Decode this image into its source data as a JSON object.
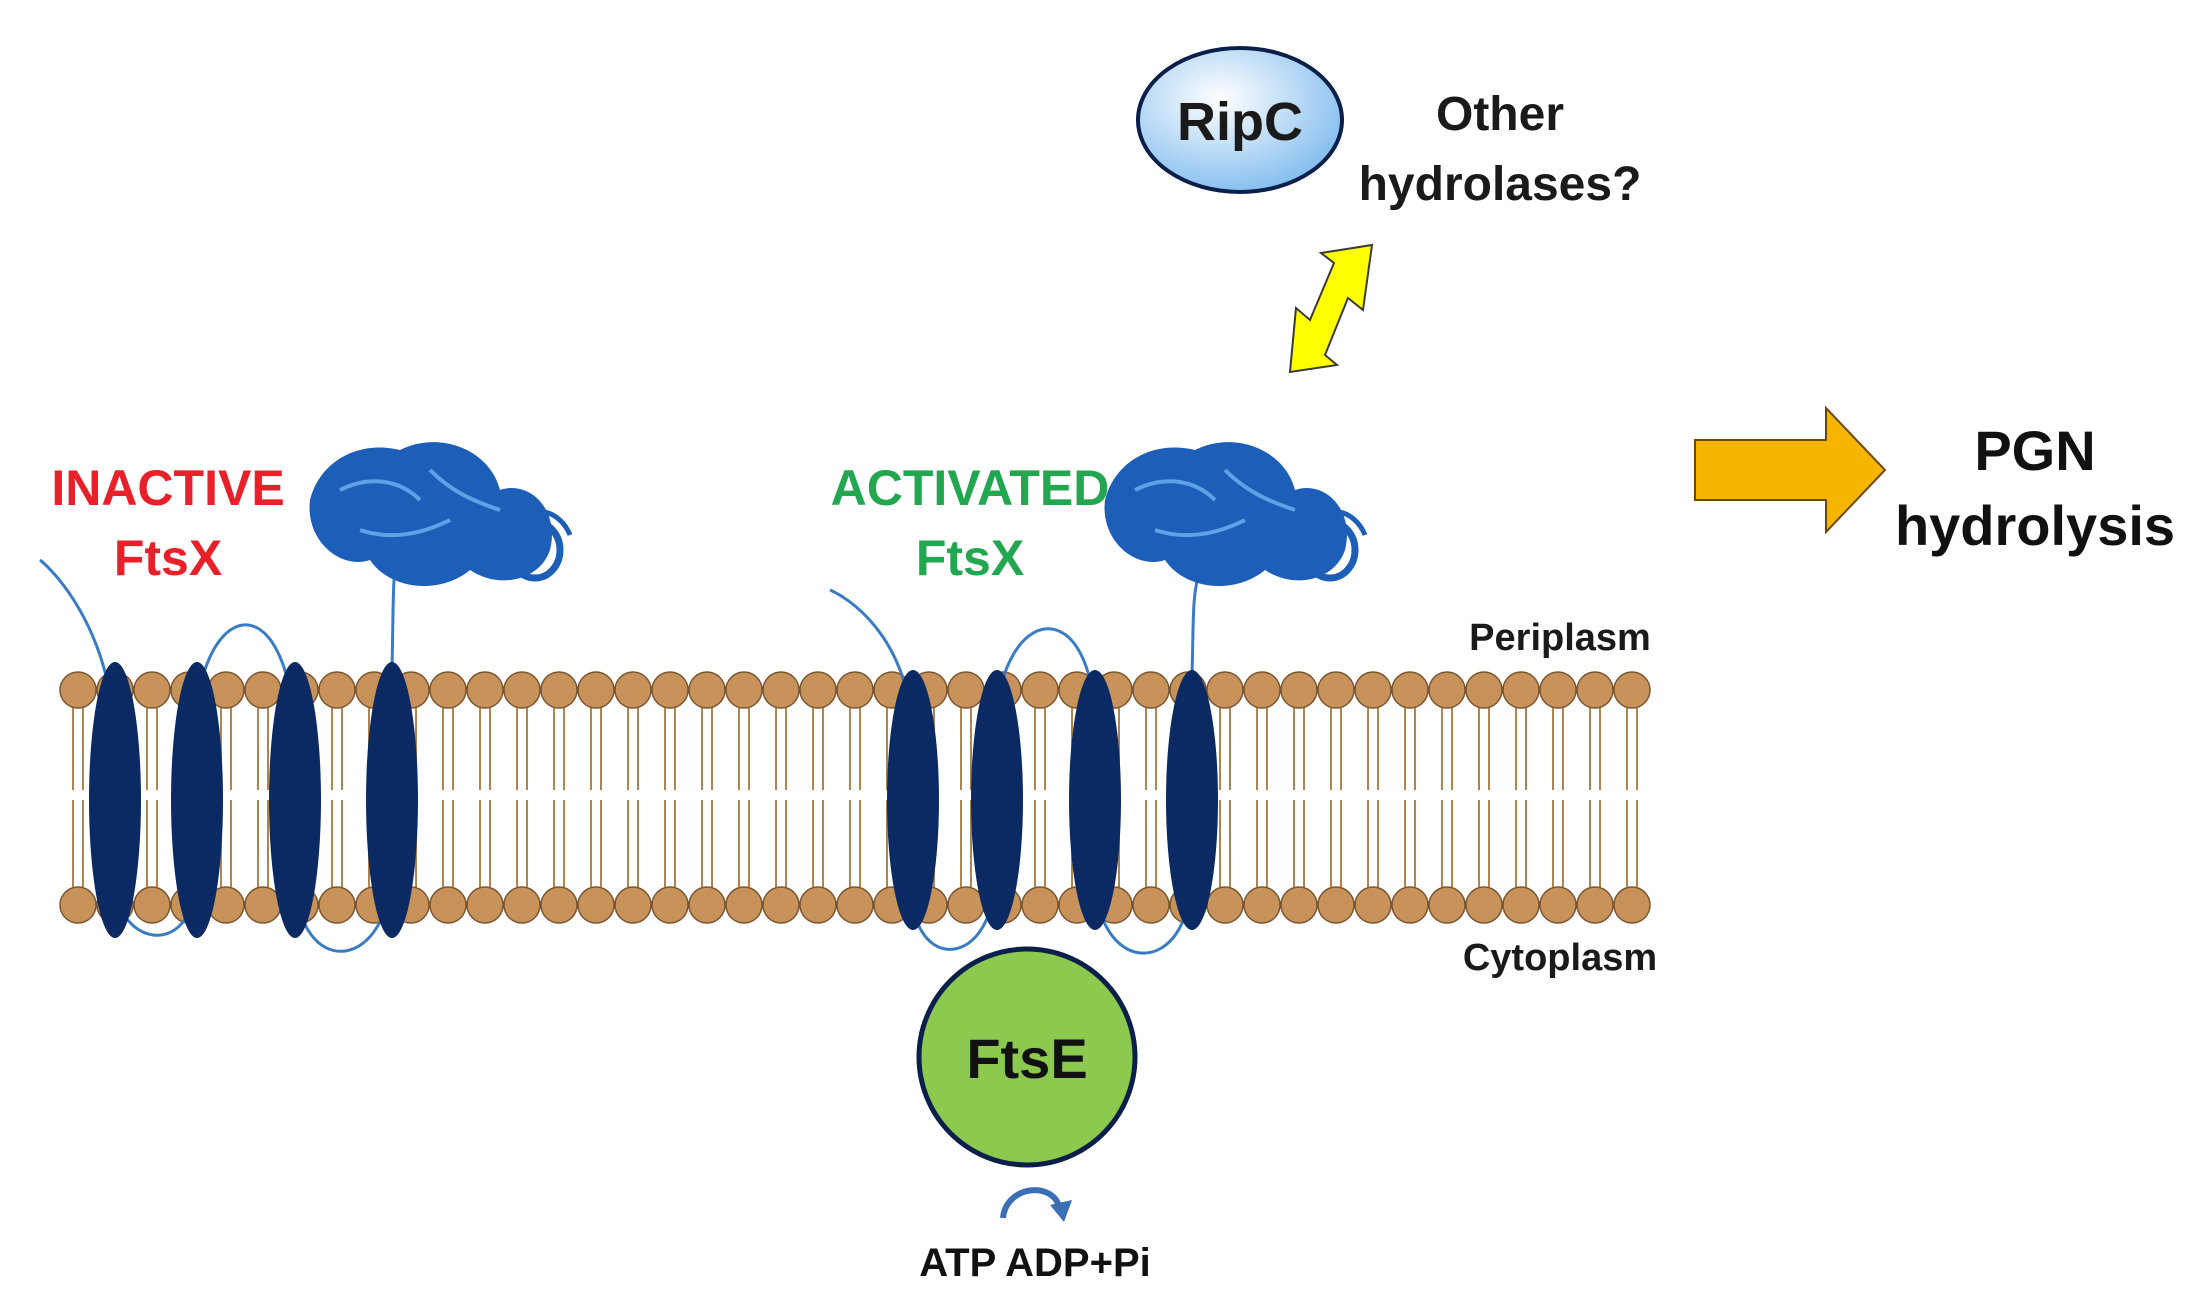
{
  "labels": {
    "inactive_line1": "INACTIVE",
    "inactive_line2": "FtsX",
    "activated_line1": "ACTIVATED",
    "activated_line2": "FtsX",
    "ripc": "RipC",
    "other_line1": "Other",
    "other_line2": "hydrolases?",
    "pgn_line1": "PGN",
    "pgn_line2": "hydrolysis",
    "periplasm": "Periplasm",
    "cytoplasm": "Cytoplasm",
    "ftse": "FtsE",
    "atp": "ATP ADP+Pi"
  },
  "colors": {
    "inactive_red": "#e8202a",
    "activated_green": "#22a650",
    "helix_navy": "#0b2a63",
    "loop_blue": "#3a7cc4",
    "protein_blue": "#1d5fb8",
    "lipid_head": "#c8935a",
    "lipid_tail": "#b0844f",
    "ftse_green": "#8cc94f",
    "ripc_blue": "#9fd0f3",
    "yellow_arrow": "#ffff00",
    "orange_arrow": "#f7b500"
  }
}
